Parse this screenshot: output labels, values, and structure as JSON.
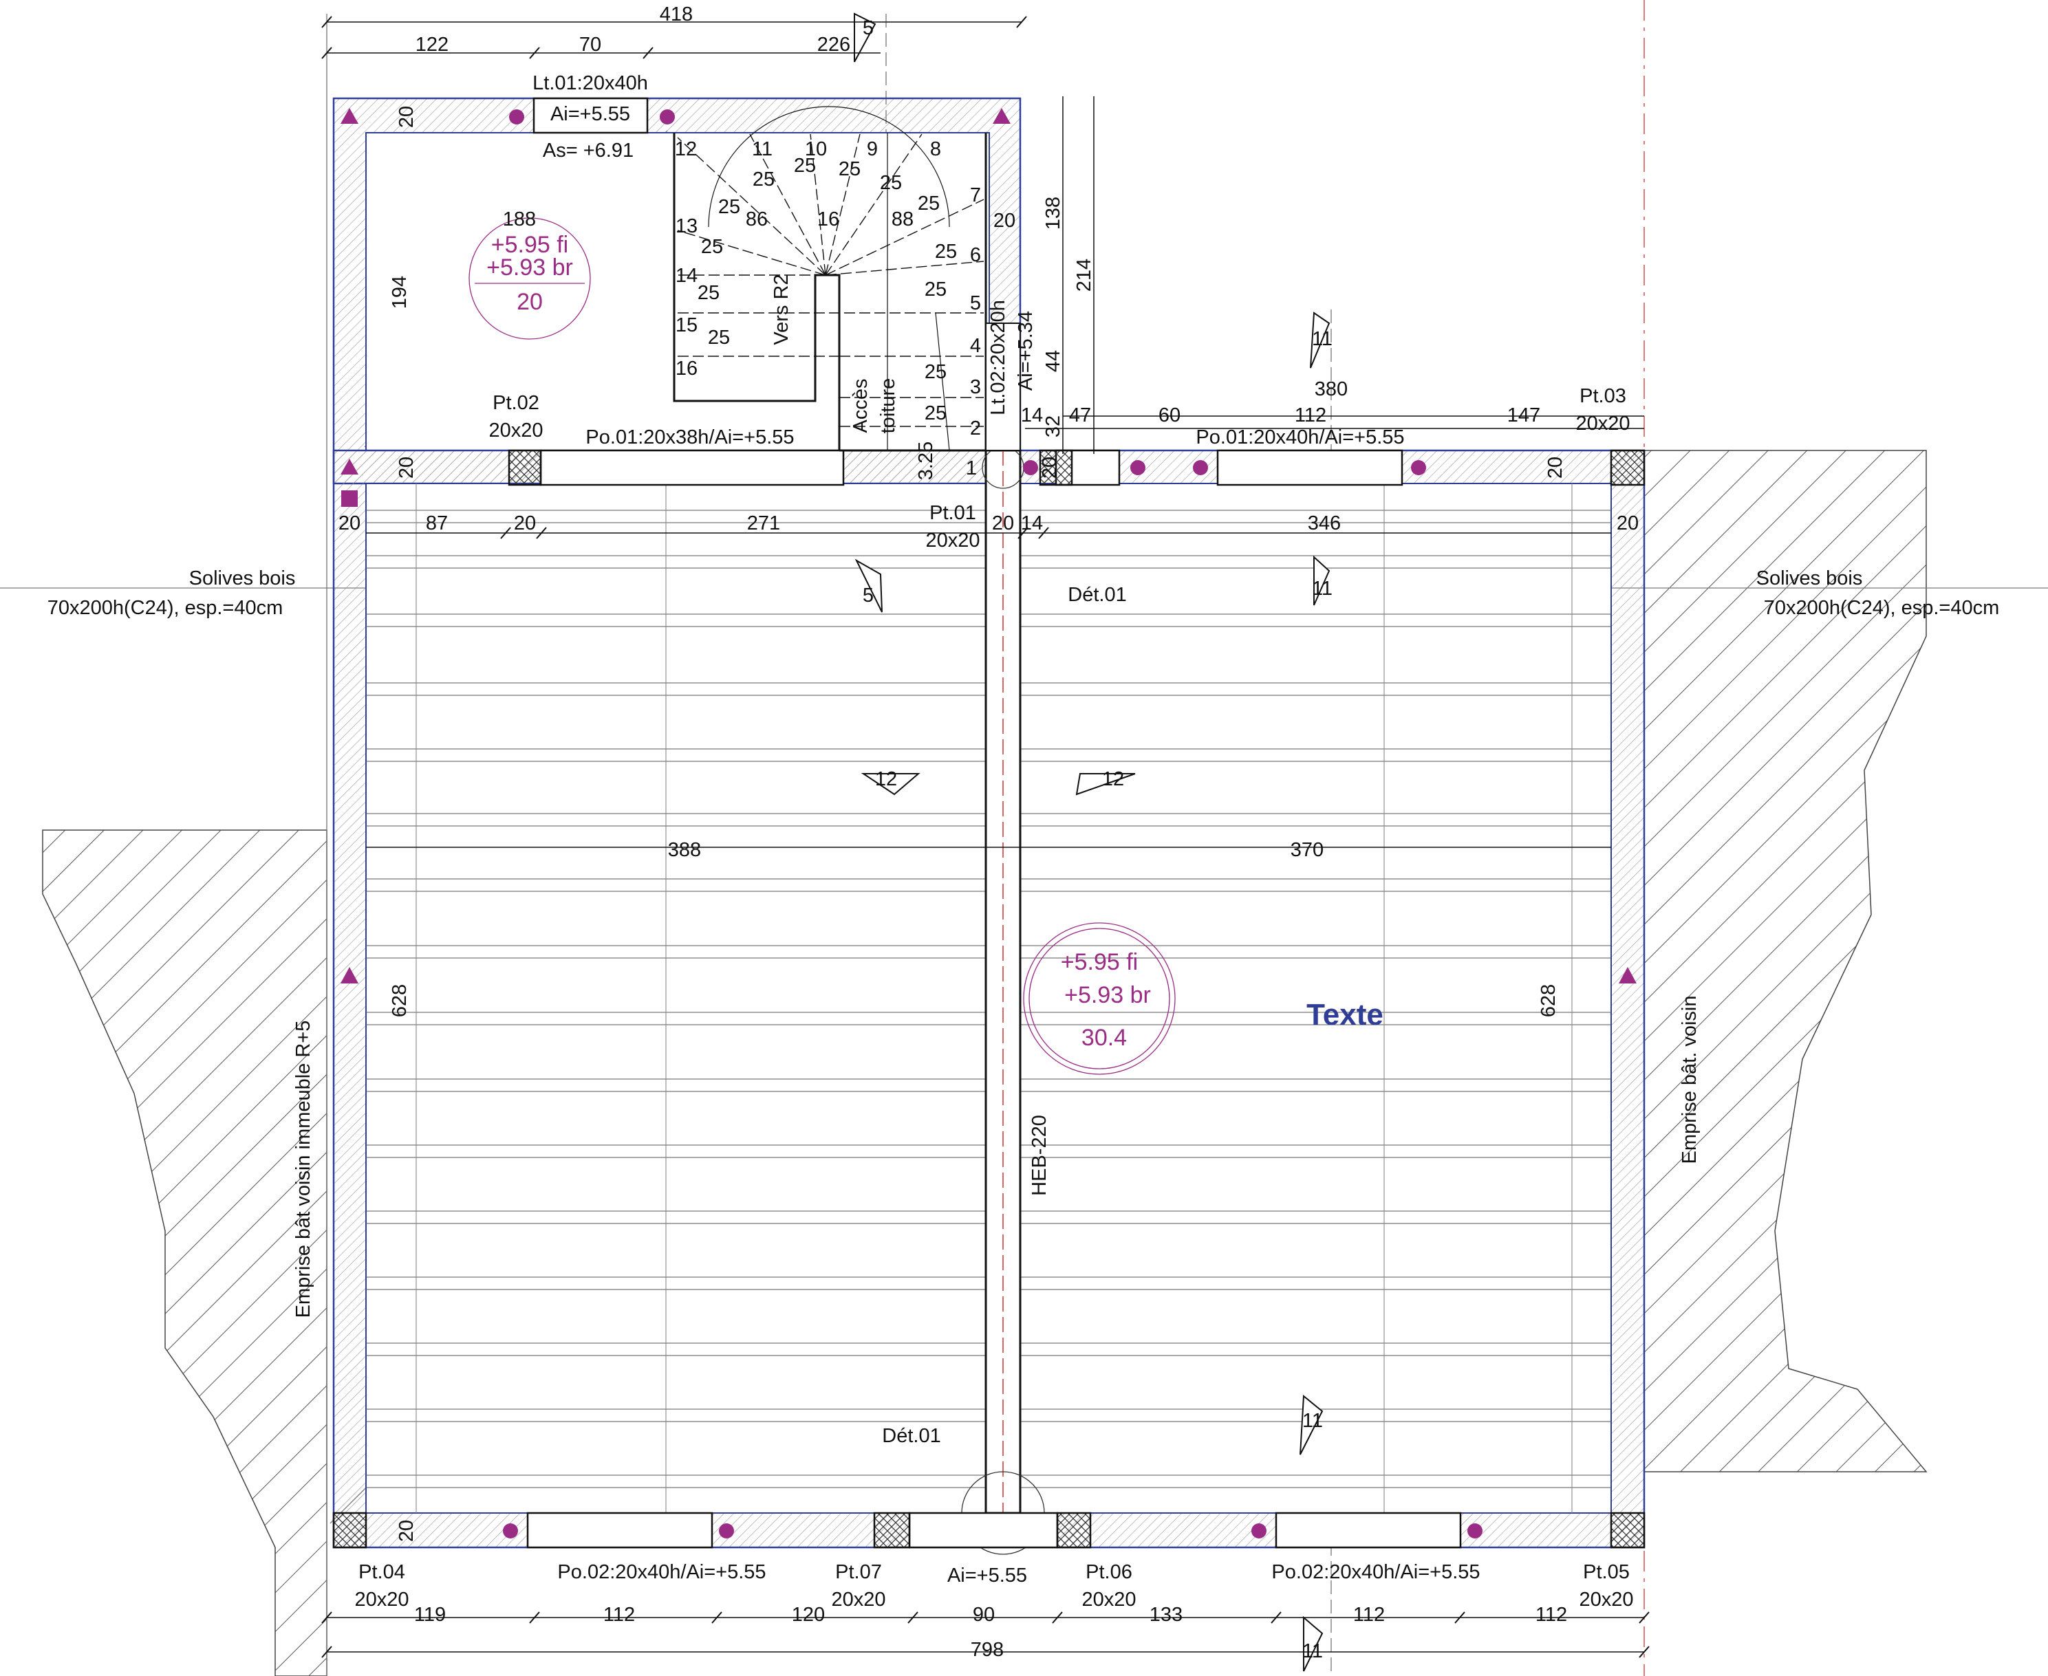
{
  "colors": {
    "wall_outline": "#2f3d96",
    "level_mark": "#9b2c86",
    "line": "#111111",
    "hatch": "#444444"
  },
  "top_dims": {
    "total": "418",
    "d1": "122",
    "d2": "70",
    "d3": "226"
  },
  "lintel": {
    "name": "Lt.01:20x40h",
    "ai": "Ai=+5.55",
    "as": "As= +6.91"
  },
  "stair": {
    "steps": [
      "12",
      "11",
      "10",
      "9",
      "8",
      "7",
      "6",
      "5",
      "4",
      "3",
      "2",
      "1",
      "13",
      "14",
      "15",
      "16"
    ],
    "goings": [
      "25",
      "25",
      "25",
      "25",
      "25",
      "25",
      "25",
      "25",
      "25",
      "25",
      "25",
      "25",
      "25"
    ],
    "radius_left": "86",
    "radius_center": "16",
    "radius_right": "88",
    "vers": "Vers R2",
    "acces": "Accès",
    "toiture": "toiture",
    "first": "3.25"
  },
  "upper_room": {
    "width": "188",
    "height": "194",
    "wall": "20",
    "level_fi": "+5.95 fi",
    "level_br": "+5.93 br",
    "slab": "20"
  },
  "small_dims": [
    "20",
    "20",
    "20",
    "20",
    "20",
    "20",
    "20",
    "20",
    "20",
    "20"
  ],
  "lt02": {
    "name": "Lt.02:20x20h",
    "ai": "Ai=+5.34"
  },
  "vert_dims": {
    "d138": "138",
    "d214": "214",
    "d44": "44"
  },
  "mid_dims": {
    "d14": "14",
    "d47": "47",
    "d32": "32",
    "d60": "60",
    "d112": "112",
    "d380": "380",
    "d147": "147"
  },
  "posts": {
    "pt01": {
      "name": "Pt.01",
      "size": "20x20"
    },
    "pt02": {
      "name": "Pt.02",
      "size": "20x20"
    },
    "pt03": {
      "name": "Pt.03",
      "size": "20x20"
    },
    "pt04": {
      "name": "Pt.04",
      "size": "20x20"
    },
    "pt05": {
      "name": "Pt.05",
      "size": "20x20"
    },
    "pt06": {
      "name": "Pt.06",
      "size": "20x20"
    },
    "pt07": {
      "name": "Pt.07",
      "size": "20x20"
    }
  },
  "beams": {
    "po01a": "Po.01:20x38h/Ai=+5.55",
    "po01b": "Po.01:20x40h/Ai=+5.55",
    "po02a": "Po.02:20x40h/Ai=+5.55",
    "po02b": "Po.02:20x40h/Ai=+5.55",
    "ai_bottom": "Ai=+5.55",
    "heb": "HEB-220"
  },
  "row_dims": {
    "d87": "87",
    "d271": "271",
    "d14": "14",
    "d346": "346",
    "d388": "388",
    "d370": "370",
    "d628a": "628",
    "d628b": "628"
  },
  "details": {
    "det1": "Dét.01",
    "det2": "Dét.01"
  },
  "section_marks": [
    "5",
    "5",
    "11",
    "11",
    "11",
    "11",
    "12",
    "12"
  ],
  "joists_left": {
    "l1": "Solives bois",
    "l2": "70x200h(C24), esp.=40cm"
  },
  "joists_right": {
    "l1": "Solives bois",
    "l2": "70x200h(C24), esp.=40cm"
  },
  "main_room": {
    "level_fi": "+5.95 fi",
    "level_br": "+5.93 br",
    "slab": "30.4"
  },
  "texte": "Texte",
  "neighbors": {
    "left": "Emprise bât voisin immeuble R+5",
    "right": "Emprise bât. voisin"
  },
  "bottom_dims": {
    "d119": "119",
    "d112a": "112",
    "d120": "120",
    "d90": "90",
    "d133": "133",
    "d112b": "112",
    "d112c": "112",
    "total": "798"
  }
}
